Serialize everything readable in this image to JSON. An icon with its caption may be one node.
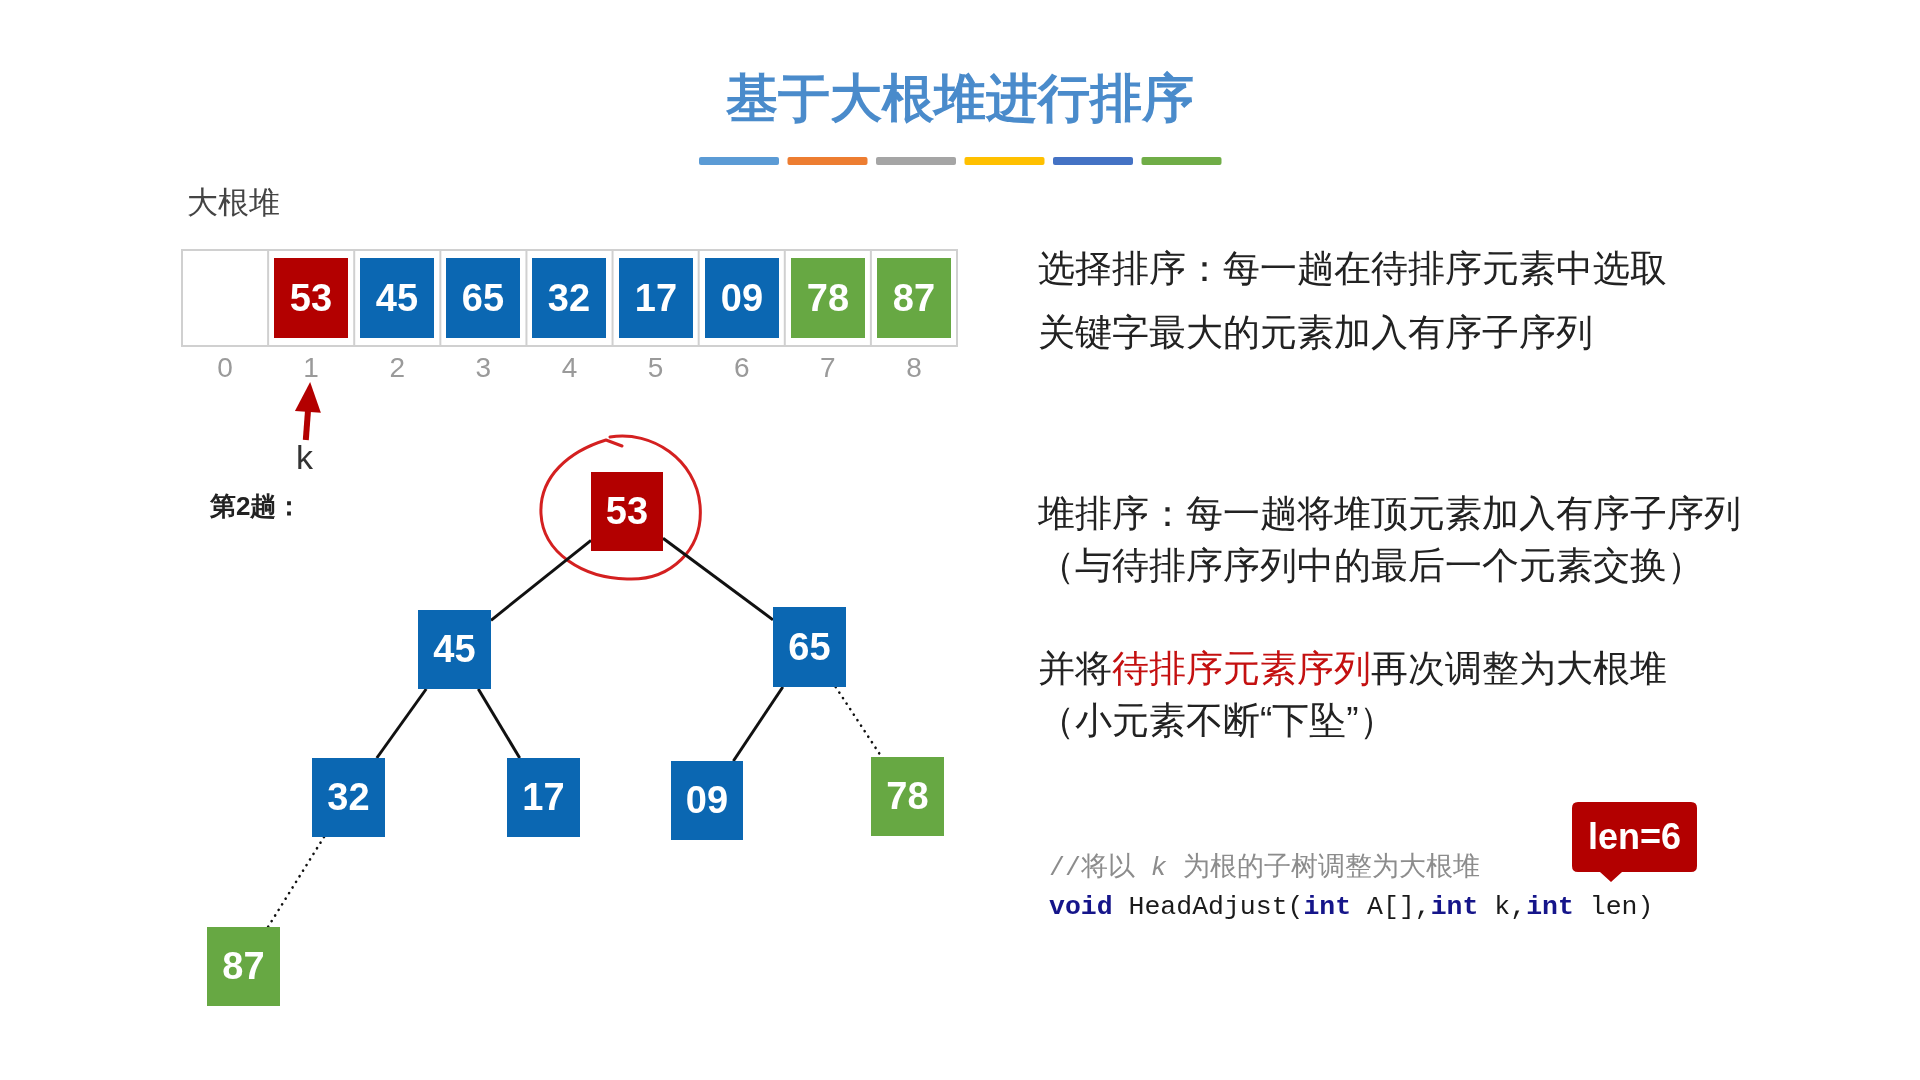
{
  "diagram": {
    "title": "基于大根堆进行排序",
    "nodes": [
      {
        "text": [
          "53"
        ]
      },
      {
        "text": [
          "45"
        ]
      },
      {
        "text": [
          "65"
        ]
      },
      {
        "text": [
          "32"
        ]
      },
      {
        "text": [
          "17"
        ]
      },
      {
        "text": [
          "09"
        ]
      },
      {
        "text": [
          "78"
        ]
      },
      {
        "text": [
          "87"
        ]
      },
      {
        "text": [
          "1"
        ]
      },
      {
        "text": [
          "k"
        ]
      },
      {
        "text": [
          "53"
        ]
      },
      {
        "text": [
          "45"
        ]
      },
      {
        "text": [
          "65"
        ]
      },
      {
        "text": [
          "32"
        ]
      },
      {
        "text": [
          "17"
        ]
      },
      {
        "text": [
          "09"
        ]
      },
      {
        "text": [
          "78"
        ]
      },
      {
        "text": [
          "87"
        ]
      },
      {
        "text": [
          "len=6"
        ]
      }
    ],
    "edges": [
      {
        "from": 9,
        "to": 8,
        "arrow": "to",
        "style": "thick",
        "color": "#b30000"
      },
      {
        "from": 10,
        "to": 11,
        "arrow": "none"
      },
      {
        "from": 10,
        "to": 12,
        "arrow": "none"
      },
      {
        "from": 11,
        "to": 13,
        "arrow": "none"
      },
      {
        "from": 11,
        "to": 14,
        "arrow": "none"
      },
      {
        "from": 12,
        "to": 15,
        "arrow": "none"
      },
      {
        "from": 12,
        "to": 16,
        "arrow": "none",
        "style": "dashed"
      },
      {
        "from": 13,
        "to": 17,
        "arrow": "none",
        "style": "dashed"
      }
    ],
    "labels": [
      "大根堆",
      "0",
      "2",
      "3",
      "4",
      "5",
      "6",
      "7",
      "8",
      "第2趟：",
      "选择排序：每一趟在待排序元素中选取关键字最大的元素加入有序子序列",
      "堆排序：每一趟将堆顶元素加入有序子序列（与待排序序列中的最后一个元素交换）",
      "并将**待排序元素序列**再次调整为大根堆（小元素不断“下坠”）",
      "//将以 *k* 为根的子树调整为大根堆",
      "**void** HeadAdjust(**int** A[],**int** k,**int** len)"
    ]
  }
}
